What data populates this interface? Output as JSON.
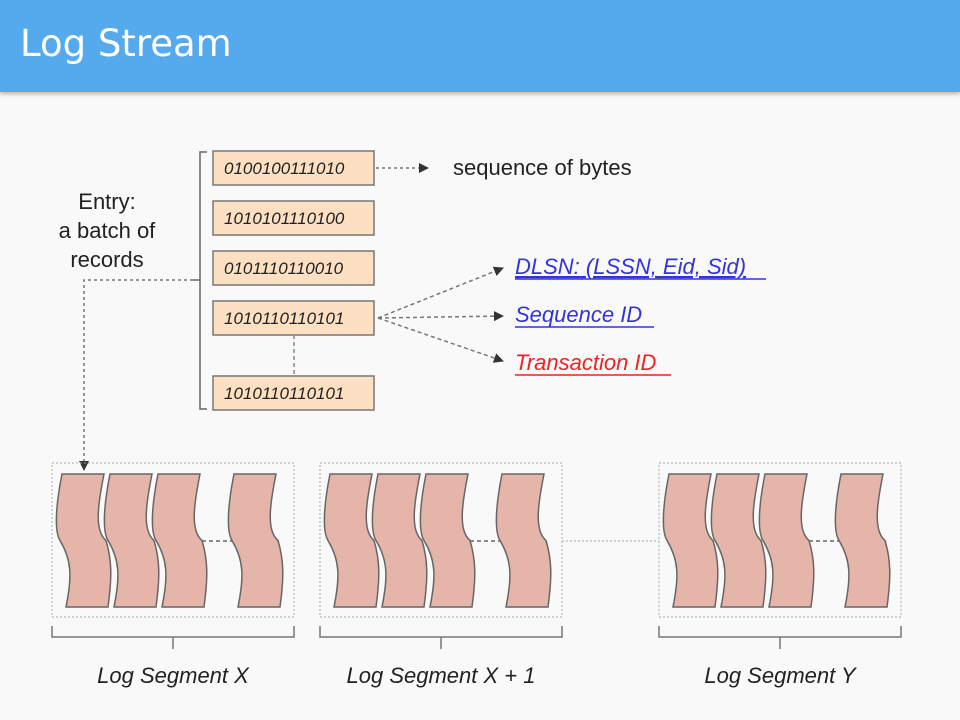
{
  "header": {
    "title": "Log Stream"
  },
  "entry_label": [
    "Entry:",
    "a batch of",
    "records"
  ],
  "records": [
    "0100100111010",
    "1010101110100",
    "0101110110010",
    "1010110110101",
    "1010110110101"
  ],
  "bytes_label": "sequence of bytes",
  "record_fields": [
    {
      "label": "DLSN: (LSSN, Eid, Sid)",
      "color": "#3333dd"
    },
    {
      "label": "Sequence ID",
      "color": "#3333dd"
    },
    {
      "label": "Transaction ID",
      "color": "#ee2222"
    }
  ],
  "segments": [
    {
      "label": "Log Segment X"
    },
    {
      "label": "Log Segment X + 1"
    },
    {
      "label": "Log Segment Y"
    }
  ],
  "colors": {
    "header": "#55aaee",
    "record_fill": "#fde0c2",
    "entry_fill": "#e6b5aa",
    "stroke": "#666666"
  }
}
